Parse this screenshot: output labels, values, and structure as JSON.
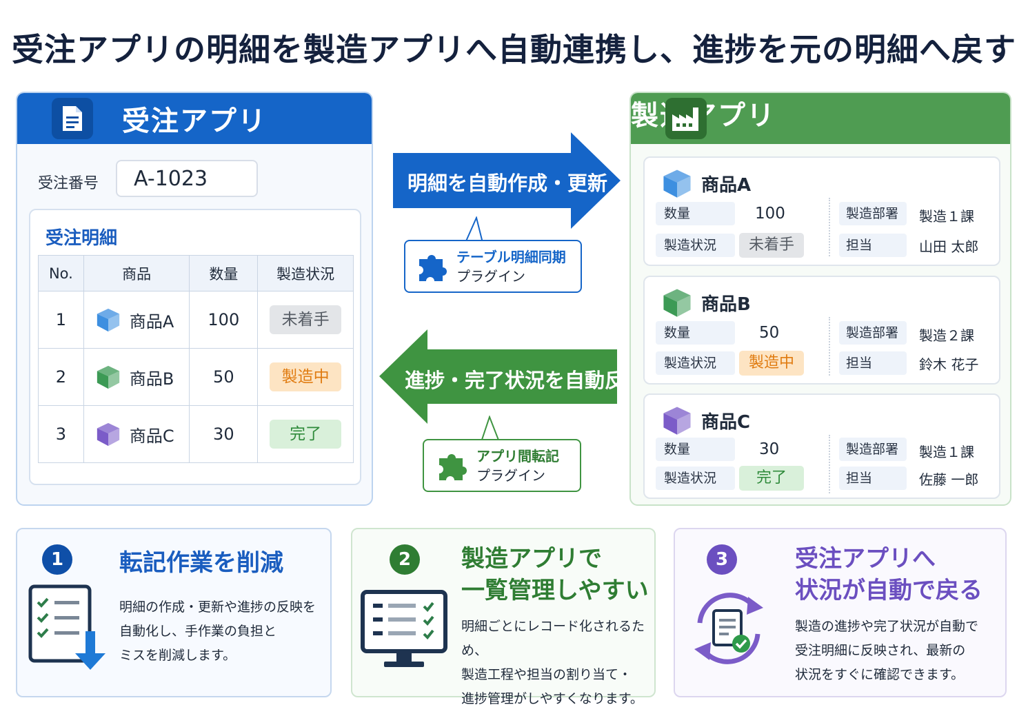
{
  "title": "受注アプリの明細を製造アプリへ自動連携し、進捗を元の明細へ戻す",
  "colors": {
    "order_blue": "#1565c8",
    "mfg_green": "#4f9c52",
    "purple": "#7b5cc8",
    "status_not_started": "#e3e5e8",
    "status_in_progress": "#fde4c3",
    "status_done": "#d9f0da"
  },
  "order_app": {
    "title": "受注アプリ",
    "icon": "document-icon",
    "order_number_label": "受注番号",
    "order_number_value": "A-1023",
    "details_title": "受注明細",
    "columns": [
      "No.",
      "商品",
      "数量",
      "製造状況"
    ],
    "rows": [
      {
        "no": "1",
        "product": "商品A",
        "qty": "100",
        "status": "未着手"
      },
      {
        "no": "2",
        "product": "商品B",
        "qty": "50",
        "status": "製造中"
      },
      {
        "no": "3",
        "product": "商品C",
        "qty": "30",
        "status": "完了"
      }
    ]
  },
  "arrows": {
    "forward_label": "明細を自動作成・更新",
    "forward_plugin_line1": "テーブル明細同期",
    "forward_plugin_line2": "プラグイン",
    "back_label": "進捗・完了状況を自動反映",
    "back_plugin_line1": "アプリ間転記",
    "back_plugin_line2": "プラグイン"
  },
  "mfg_app": {
    "title": "製造アプリ",
    "icon": "factory-icon",
    "labels": {
      "qty": "数量",
      "status": "製造状況",
      "dept": "製造部署",
      "person": "担当"
    },
    "cards": [
      {
        "product": "商品A",
        "qty": "100",
        "status": "未着手",
        "dept": "製造１課",
        "person": "山田 太郎"
      },
      {
        "product": "商品B",
        "qty": "50",
        "status": "製造中",
        "dept": "製造２課",
        "person": "鈴木 花子"
      },
      {
        "product": "商品C",
        "qty": "30",
        "status": "完了",
        "dept": "製造１課",
        "person": "佐藤 一郎"
      }
    ]
  },
  "benefits": [
    {
      "num": "1",
      "title_line1": "転記作業を削減",
      "title_line2": "",
      "desc_lines": [
        "明細の作成・更新や進捗の反映を",
        "自動化し、手作業の負担と",
        "ミスを削減します。"
      ],
      "icon": "checklist-download-icon"
    },
    {
      "num": "2",
      "title_line1": "製造アプリで",
      "title_line2": "一覧管理しやすい",
      "desc_lines": [
        "明細ごとにレコード化されるため、",
        "製造工程や担当の割り当て・",
        "進捗管理がしやすくなります。"
      ],
      "icon": "monitor-checklist-icon"
    },
    {
      "num": "3",
      "title_line1": "受注アプリへ",
      "title_line2": "状況が自動で戻る",
      "desc_lines": [
        "製造の進捗や完了状況が自動で",
        "受注明細に反映され、最新の",
        "状況をすぐに確認できます。"
      ],
      "icon": "sync-document-icon"
    }
  ]
}
